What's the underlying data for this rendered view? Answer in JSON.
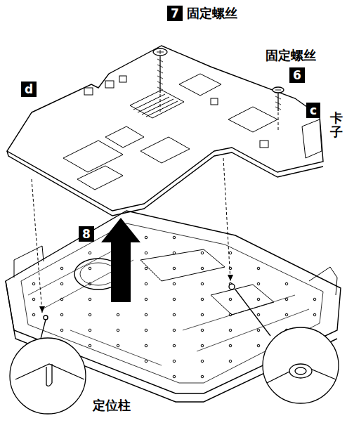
{
  "diagram": {
    "labels": [
      "7",
      "固定螺丝",
      "固定螺丝",
      "6",
      "卡子",
      "c",
      "d",
      "8",
      "定位柱"
    ]
  }
}
